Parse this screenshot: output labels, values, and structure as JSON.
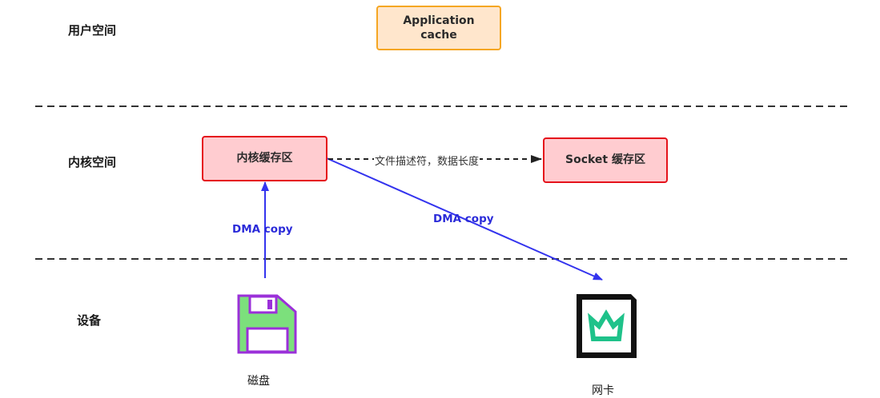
{
  "rows": {
    "user_space": "用户空间",
    "kernel_space": "内核空间",
    "device": "设备"
  },
  "nodes": {
    "app_cache": "Application cache",
    "kernel_buffer": "内核缓存区",
    "socket_buffer": "Socket 缓存区"
  },
  "edges": {
    "dma_copy_disk": "DMA copy",
    "dma_copy_nic": "DMA copy",
    "descriptor": "文件描述符，数据长度"
  },
  "devices": {
    "disk": "磁盘",
    "nic": "网卡"
  },
  "colors": {
    "orange_fill": "#ffe6cc",
    "orange_border": "#f5a623",
    "red_fill": "#ffccd0",
    "red_border": "#e5121b",
    "arrow_blue": "#3333ee",
    "disk_green": "#7ce07c",
    "disk_purple": "#9b30d9",
    "nic_teal": "#1fc28a"
  }
}
